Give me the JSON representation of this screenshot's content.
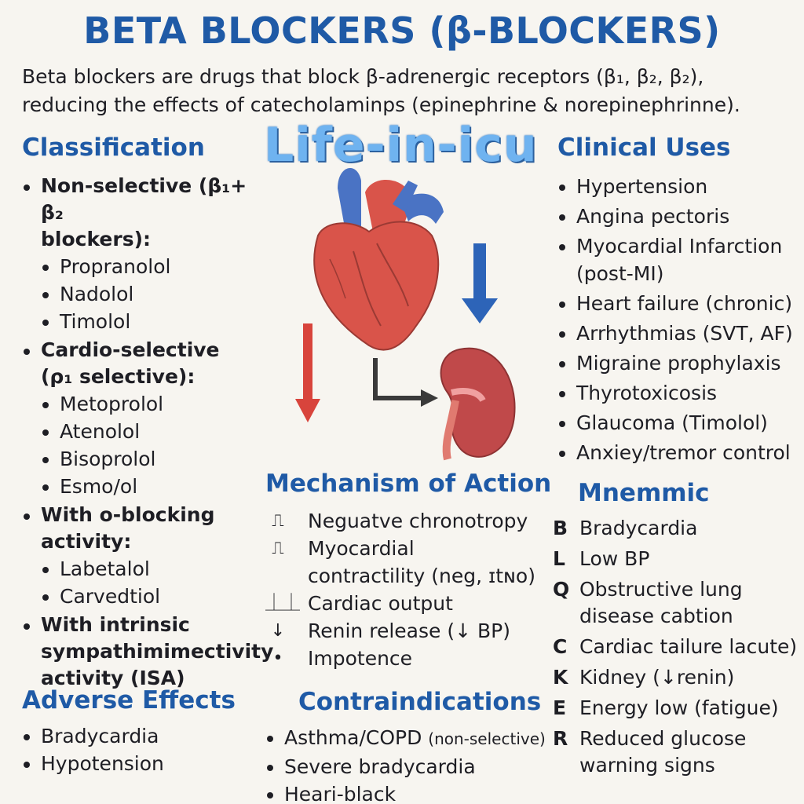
{
  "title": "BETA BLOCKERS (β-BLOCKERS)",
  "intro": [
    "Beta blockers are drugs that block β-adrenergic receptors (β₁, β₂, β₂),",
    "reducing the effects of catecholaminps (epinephrine & norepinephrinne)."
  ],
  "watermark": "Life-in-icu",
  "classification": {
    "heading": "Classification",
    "groups": [
      {
        "label": [
          "Non-selective (β₁+ β₂",
          "blockers):"
        ],
        "drugs": [
          "Propranolol",
          "Nadolol",
          "Timolol"
        ]
      },
      {
        "label": [
          "Cardio-selective",
          "(ρ₁ selective):"
        ],
        "drugs": [
          "Metoprolol",
          "Atenolol",
          "Bisoprolol",
          "Esmo/ol"
        ]
      },
      {
        "label": [
          "With o-blocking",
          "activity:"
        ],
        "drugs": [
          "Labetalol",
          "Carvedtiol"
        ]
      },
      {
        "label": [
          "With intrinsic",
          "sympathimimectivity",
          "activity (ISA)"
        ],
        "drugs": []
      }
    ]
  },
  "adverse": {
    "heading": "Adverse Effects",
    "items": [
      "Bradycardia",
      "Hypotension"
    ]
  },
  "mechanism": {
    "heading": "Mechanism of Action",
    "items": [
      {
        "mark": "⎍",
        "text": [
          "Neguatve chronotropy"
        ]
      },
      {
        "mark": "⎍",
        "text": [
          "Myocardial",
          "contractility (neg, ɪtɴo)"
        ]
      },
      {
        "mark": "⏊⏊",
        "text": [
          "Cardiac output"
        ]
      },
      {
        "mark": "↓",
        "text": [
          "Renin release (↓ BP)"
        ]
      },
      {
        "mark": "•",
        "text": [
          "Impotence"
        ]
      }
    ]
  },
  "contraindications": {
    "heading": "Contraindications",
    "items": [
      {
        "main": "Asthma/COPD ",
        "small": "(non-selective)"
      },
      {
        "main": "Severe bradycardia",
        "small": ""
      },
      {
        "main": "Heari-black",
        "small": ""
      }
    ]
  },
  "clinical_uses": {
    "heading": "Clinical Uses",
    "items": [
      [
        "Hypertension"
      ],
      [
        "Angina pectoris"
      ],
      [
        "Myocardial Infarction",
        "(post-MI)"
      ],
      [
        "Heart failure (chronic)"
      ],
      [
        "Arrhythmias (SVT, AF)"
      ],
      [
        "Migraine prophylaxis"
      ],
      [
        "Thyrotoxicosis"
      ],
      [
        "Glaucoma (Timolol)"
      ],
      [
        "Anxiey/tremor control"
      ]
    ]
  },
  "mnemonic": {
    "heading": "Mnemmic",
    "items": [
      {
        "letter": "B",
        "text": [
          "Bradycardia"
        ]
      },
      {
        "letter": "L",
        "text": [
          "Low BP"
        ]
      },
      {
        "letter": "Q",
        "text": [
          "Obstructive lung",
          "disease cabtion"
        ]
      },
      {
        "letter": "C",
        "text": [
          "Cardiac tailure lacute)"
        ]
      },
      {
        "letter": "K",
        "text": [
          "Kidney (↓renin)"
        ]
      },
      {
        "letter": "E",
        "text": [
          "Energy low (fatigue)"
        ]
      },
      {
        "letter": "R",
        "text": [
          "Reduced glucose",
          "warning signs"
        ]
      }
    ]
  },
  "icons": [
    "heart-illustration",
    "kidney-illustration",
    "blue-down-arrow-icon",
    "red-down-arrow-icon",
    "black-bent-arrow-icon"
  ],
  "colors": {
    "heading": "#1f5aa6",
    "heart": "#d9544a",
    "vessels": "#4a73c4",
    "kidney": "#c0494a",
    "arrow_blue": "#2d64b8",
    "arrow_red": "#d8443c"
  }
}
